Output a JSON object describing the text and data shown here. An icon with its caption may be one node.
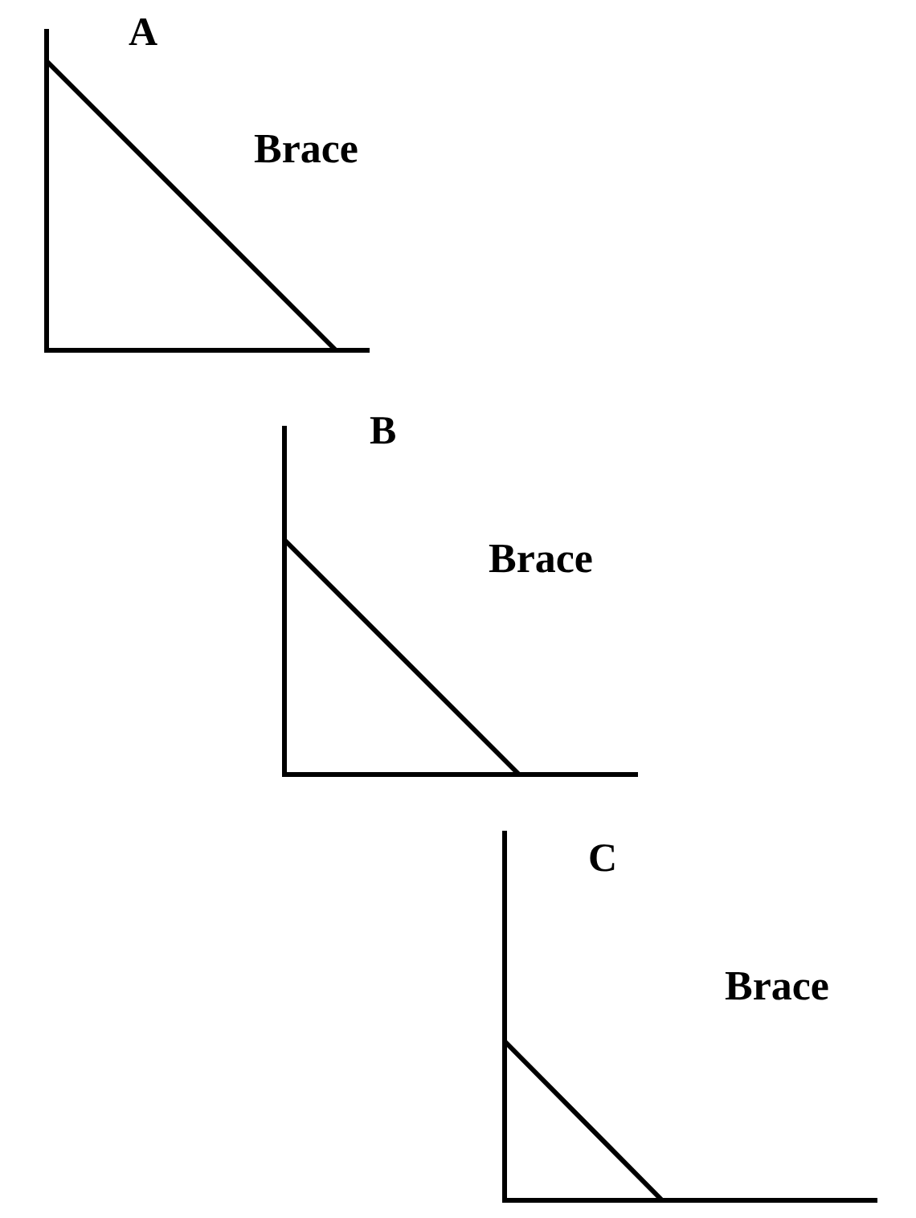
{
  "diagram": {
    "labels": [
      "A",
      "Brace",
      "B",
      "Brace",
      "C",
      "Brace"
    ]
  }
}
